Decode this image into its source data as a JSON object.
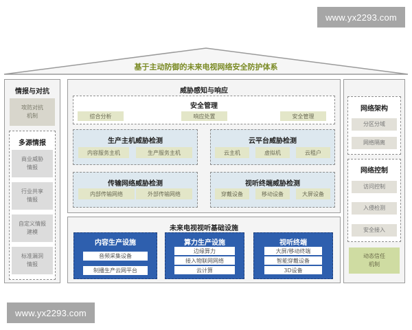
{
  "watermarks": {
    "top": "www.yx2293.com",
    "bottom": "www.yx2293.com"
  },
  "title": "基于主动防御的未来电视网络安全防护体系",
  "left_panel": {
    "heading": "情报与对抗",
    "mechanism": "攻防对抗\n机制",
    "sources": {
      "heading": "多源情报",
      "items": [
        "商业威胁\n情报",
        "行业共享\n情报",
        "自定义情报\n建模",
        "标准漏洞\n情报"
      ]
    }
  },
  "center_panel": {
    "heading": "威胁感知与响应",
    "security_management": {
      "heading": "安全管理",
      "items": [
        "综合分析",
        "响应处置",
        "安全管理"
      ]
    },
    "detection": [
      {
        "heading": "生产主机威胁检测",
        "items": [
          "内容服务主机",
          "生产服务主机"
        ]
      },
      {
        "heading": "云平台威胁检测",
        "items": [
          "云主机",
          "虚拟机",
          "云租户"
        ]
      },
      {
        "heading": "传输网络威胁检测",
        "items": [
          "内部传输网络",
          "外部传输网络"
        ]
      },
      {
        "heading": "视听终端威胁检测",
        "items": [
          "穿戴设备",
          "移动设备",
          "大屏设备"
        ]
      }
    ]
  },
  "infrastructure": {
    "heading": "未来电视视听基础设施",
    "blocks": [
      {
        "heading": "内容生产设施",
        "items": [
          "音频采集设备",
          "制播生产云网平台"
        ]
      },
      {
        "heading": "算力生产设施",
        "items": [
          "边缘算力",
          "接入物联网网络",
          "云计算"
        ]
      },
      {
        "heading": "视听终端",
        "items": [
          "大屏/移动终端",
          "智能穿戴设备",
          "3D设备"
        ]
      }
    ]
  },
  "right_panel": {
    "architecture": {
      "heading": "网络架构",
      "items": [
        "分区分域",
        "网络隔离"
      ]
    },
    "control": {
      "heading": "网络控制",
      "items": [
        "访问控制",
        "入侵检测",
        "安全接入"
      ]
    },
    "trust": "动态信任\n机制"
  },
  "colors": {
    "title_green": "#7a8a24",
    "infra_blue": "#2e5fae",
    "detect_bg": "#dde8ef",
    "item_green": "#e3e6c8",
    "trust_green": "#cfdca2"
  }
}
